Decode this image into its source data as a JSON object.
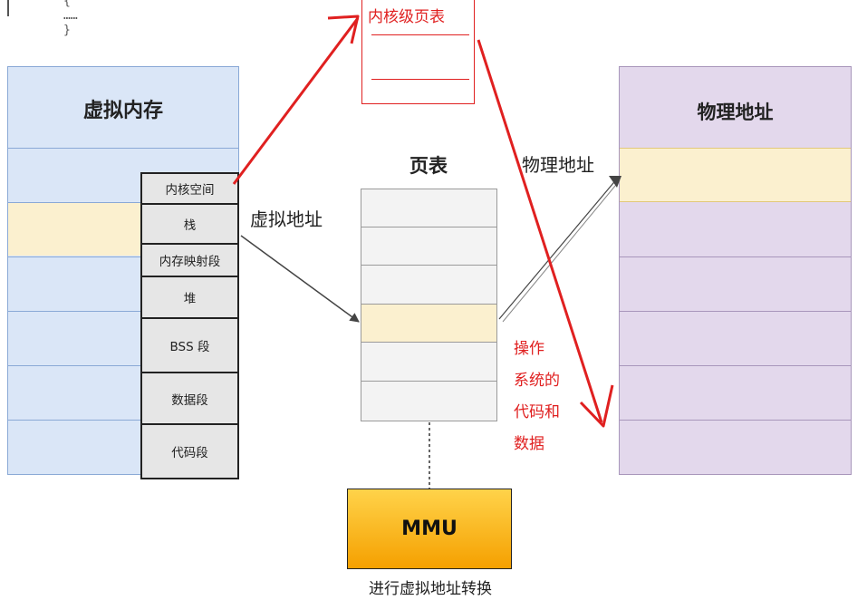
{
  "code_snippet": {
    "lines": [
      "{",
      "……",
      "}"
    ]
  },
  "virtual_memory": {
    "title": "虚拟内存",
    "segments": [
      "内核空间",
      "栈",
      "内存映射段",
      "堆",
      "BSS 段",
      "数据段",
      "代码段"
    ]
  },
  "labels": {
    "virtual_address": "虚拟地址",
    "physical_address": "物理地址",
    "os_code_data": [
      "操作",
      "系统的",
      "代码和",
      "数据"
    ]
  },
  "kernel_page_table": {
    "title": "内核级页表"
  },
  "page_table": {
    "title": "页表"
  },
  "physical_memory": {
    "title": "物理地址"
  },
  "mmu": {
    "label": "MMU",
    "caption": "进行虚拟地址转换"
  },
  "colors": {
    "virtual_bg": "#dae6f7",
    "physical_bg": "#e3d8ec",
    "highlight": "#fbf0cf",
    "red_arrow": "#e02020",
    "mmu_gradient_top": "#ffd34a",
    "mmu_gradient_bottom": "#f5a000"
  }
}
